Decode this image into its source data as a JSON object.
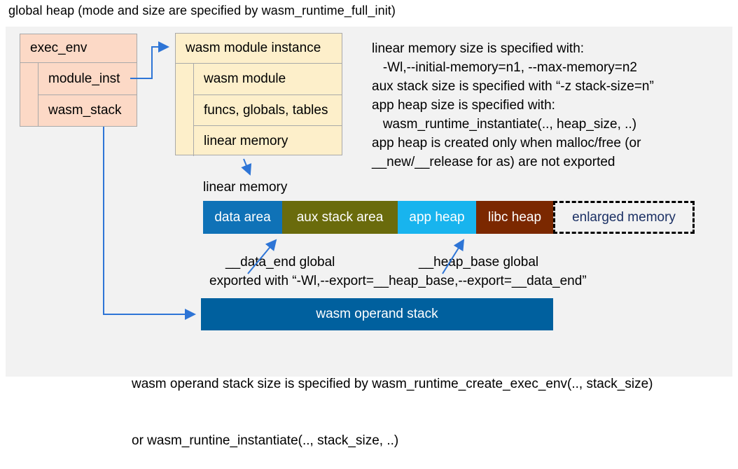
{
  "title": "global heap (mode and size are specified by wasm_runtime_full_init)",
  "exec_env": {
    "header": "exec_env",
    "rows": [
      {
        "label": "module_inst"
      },
      {
        "label": "wasm_stack"
      }
    ]
  },
  "module_instance": {
    "header": "wasm module instance",
    "rows": [
      {
        "label": "wasm module"
      },
      {
        "label": "funcs, globals, tables"
      },
      {
        "label": "linear memory"
      }
    ]
  },
  "info": {
    "lines": [
      "linear memory size is specified with:",
      "   -Wl,--initial-memory=n1, --max-memory=n2",
      "aux stack size is specified with “-z stack-size=n”",
      "app heap size is specified with:",
      "   wasm_runtime_instantiate(.., heap_size, ..)",
      "app heap is created only when malloc/free (or",
      "__new/__release for as) are not exported"
    ]
  },
  "linear_memory": {
    "label": "linear memory",
    "segments": [
      {
        "label": "data area",
        "color": "#0f72b7"
      },
      {
        "label": "aux stack area",
        "color": "#6a6b0c"
      },
      {
        "label": "app heap",
        "color": "#18b4ee"
      },
      {
        "label": "libc heap",
        "color": "#7b2800"
      },
      {
        "label": "enlarged memory",
        "color": "transparent",
        "border": "dashed",
        "text_color": "#1b3064"
      }
    ]
  },
  "annotations": {
    "data_end": "__data_end global",
    "heap_base": "__heap_base global",
    "export_line": "exported with “-Wl,--export=__heap_base,--export=__data_end”"
  },
  "operand_stack": {
    "label": "wasm operand stack",
    "notes": [
      "wasm operand stack size is specified by wasm_runtime_create_exec_env(.., stack_size)",
      "or wasm_runtine_instantiate(.., stack_size, ..)"
    ]
  },
  "colors": {
    "panel_bg": "#f2f2f2",
    "exec_env_fill": "#fcd9c6",
    "module_instance_fill": "#fdefca",
    "box_border": "#a9a9a9",
    "arrow": "#2e75d6",
    "data_area": "#0f72b7",
    "aux_stack_area": "#6a6b0c",
    "app_heap": "#18b4ee",
    "libc_heap": "#7b2800",
    "operand_stack_fill": "#00609e",
    "enlarged_memory_text": "#1b3064"
  }
}
